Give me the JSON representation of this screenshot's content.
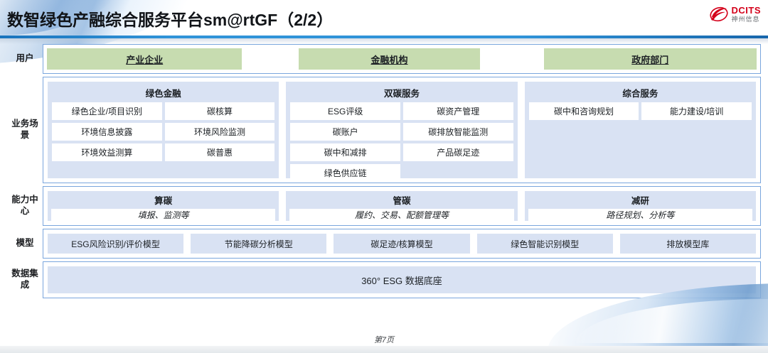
{
  "header": {
    "title": "数智绿色产融综合服务平台sm@rtGF（2/2）",
    "logo_en": "DCITS",
    "logo_cn": "神州信息",
    "brand_red": "#d4001a",
    "rule_blue": "#2f93d8"
  },
  "colors": {
    "green_chip": "#c7dcb0",
    "blue_panel": "#d9e2f3",
    "box_border": "#7aa6dd"
  },
  "rows": {
    "user": {
      "label": "用户",
      "chips": [
        {
          "text": "产业企业"
        },
        {
          "text": "金融机构"
        },
        {
          "text": "政府部门"
        }
      ]
    },
    "business": {
      "label": "业务场\n景",
      "label_l1": "业务场",
      "label_l2": "景",
      "panels": [
        {
          "title": "绿色金融",
          "cells": [
            "绿色企业/项目识别",
            "碳核算",
            "环境信息披露",
            "环境风险监测",
            "环境效益测算",
            "碳普惠"
          ]
        },
        {
          "title": "双碳服务",
          "cells": [
            "ESG评级",
            "碳资产管理",
            "碳账户",
            "碳排放智能监测",
            "碳中和减排",
            "产品碳足迹",
            "绿色供应链"
          ]
        },
        {
          "title": "综合服务",
          "cells": [
            "碳中和咨询规划",
            "能力建设/培训"
          ]
        }
      ]
    },
    "capability": {
      "label_l1": "能力中",
      "label_l2": "心",
      "panels": [
        {
          "title": "算碳",
          "subtitle": "填报、监测等"
        },
        {
          "title": "管碳",
          "subtitle": "履约、交易、配额管理等"
        },
        {
          "title": "减研",
          "subtitle": "路径规划、分析等"
        }
      ]
    },
    "model": {
      "label": "模型",
      "chips": [
        "ESG风险识别/评价模型",
        "节能降碳分析模型",
        "碳足迹/核算模型",
        "绿色智能识别模型",
        "排放模型库"
      ]
    },
    "data": {
      "label_l1": "数据集",
      "label_l2": "成",
      "chip": "360° ESG 数据底座"
    }
  },
  "footer": {
    "page": "第7页"
  }
}
